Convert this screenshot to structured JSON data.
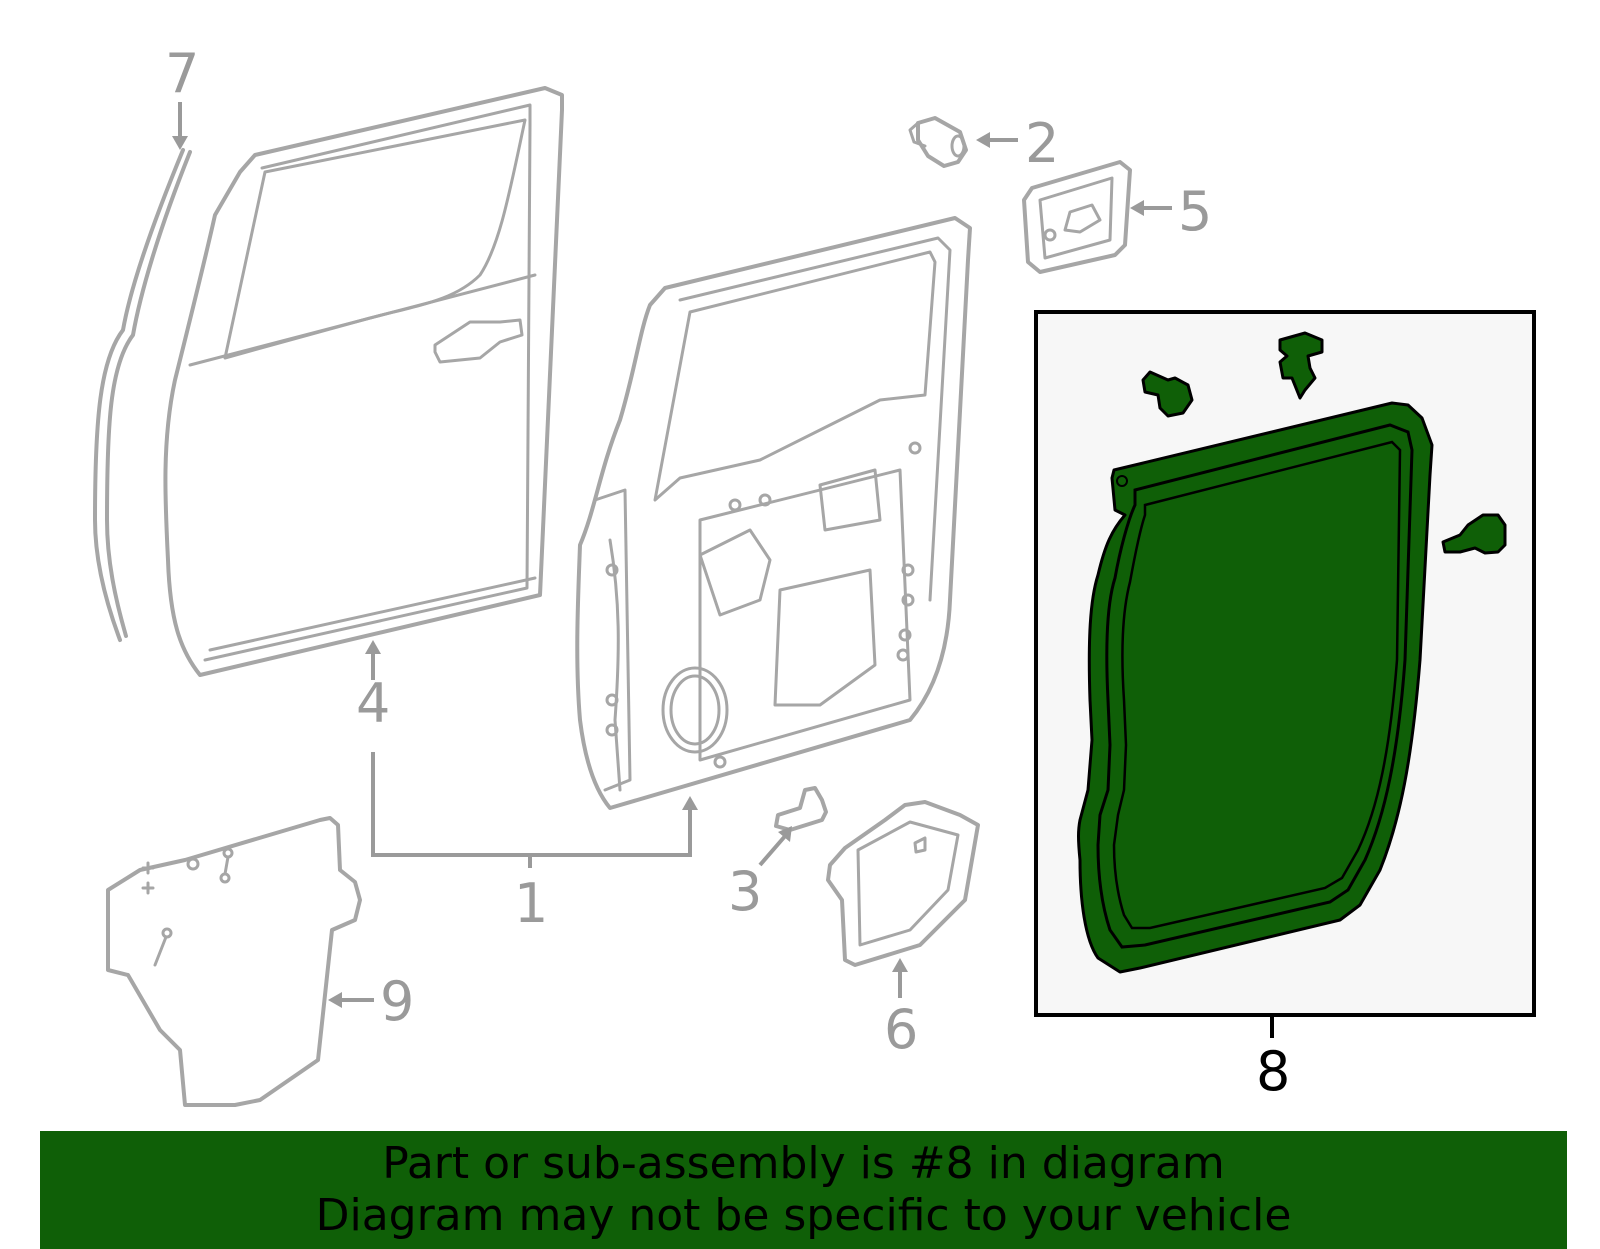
{
  "callouts": {
    "c1": "1",
    "c2": "2",
    "c3": "3",
    "c4": "4",
    "c5": "5",
    "c6": "6",
    "c7": "7",
    "c8": "8",
    "c9": "9"
  },
  "banner": {
    "line1": "Part or sub-assembly is #8 in diagram",
    "line2": "Diagram may not be specific to your vehicle"
  },
  "colors": {
    "highlight": "#0f5f07",
    "parts": "#a6a6a6",
    "callouts": "#9a9a9a",
    "panel_background": "#f7f7f7"
  },
  "highlighted_part": "8"
}
